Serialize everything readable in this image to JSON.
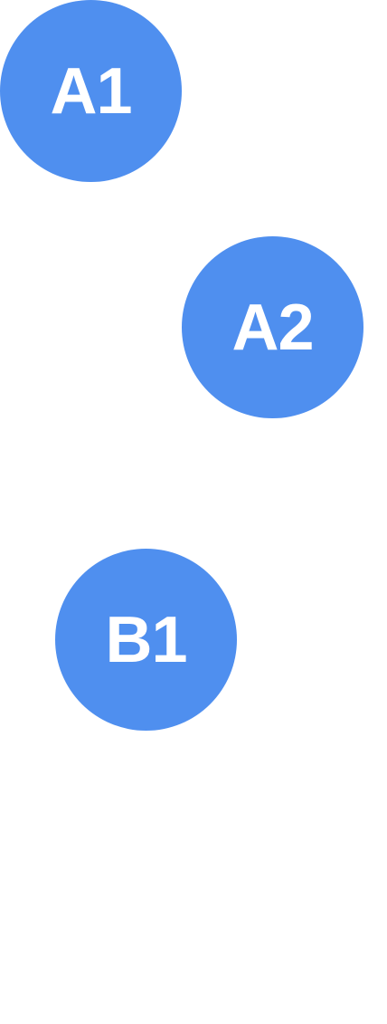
{
  "nodes": [
    {
      "label": "A1"
    },
    {
      "label": "A2"
    },
    {
      "label": "B1"
    }
  ],
  "colors": {
    "node_fill": "#4f8fef",
    "node_text": "#ffffff",
    "background": "#ffffff"
  }
}
